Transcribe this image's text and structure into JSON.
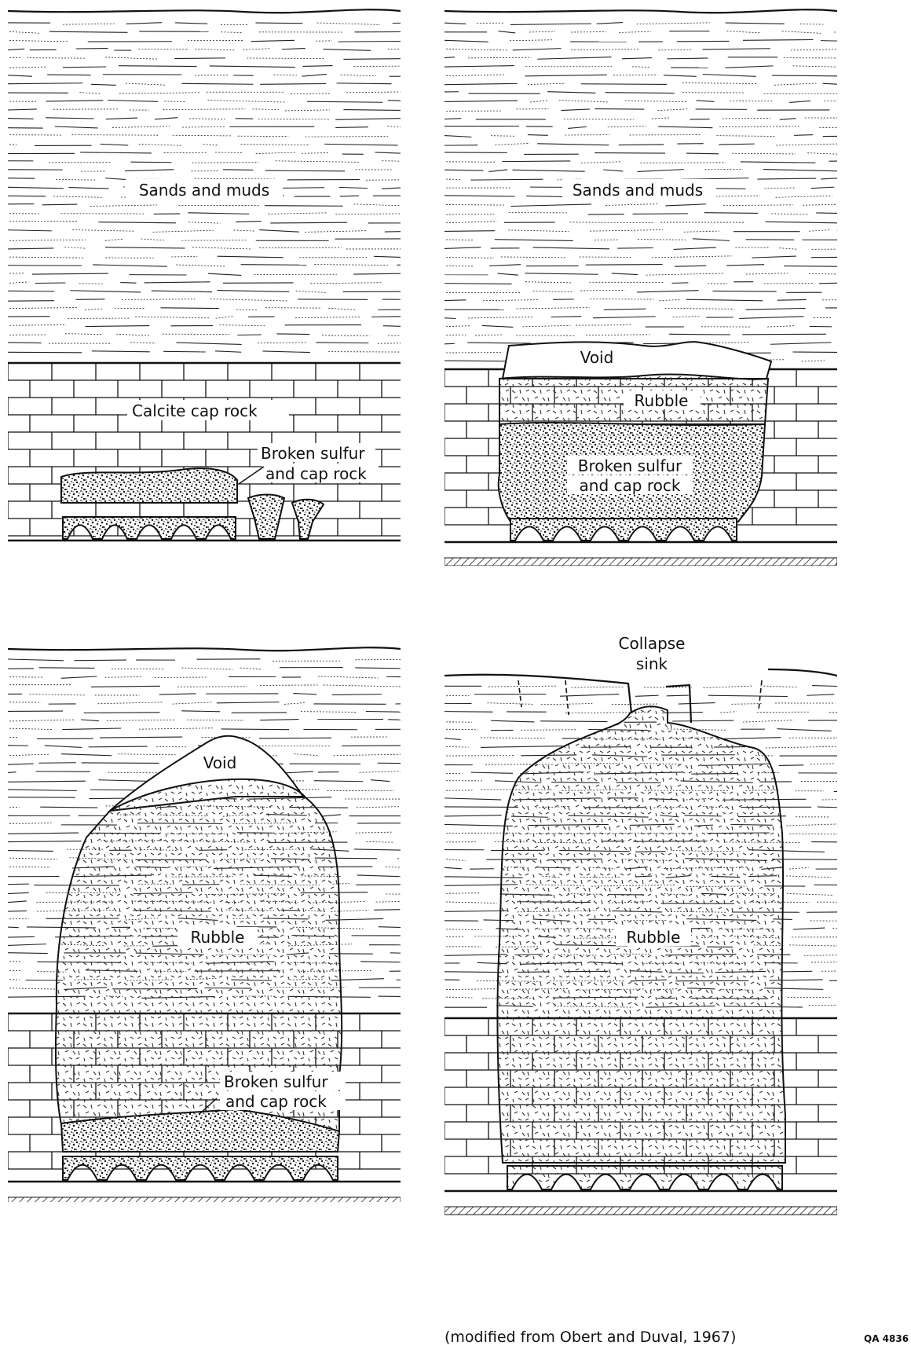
{
  "panels": [
    {
      "labels": {
        "sands": "Sands and muds",
        "caprock": "Calcite cap rock",
        "broken_line1": "Broken sulfur",
        "broken_line2": "and cap rock"
      }
    },
    {
      "labels": {
        "sands": "Sands and muds",
        "void": "Void",
        "rubble": "Rubble",
        "broken_line1": "Broken sulfur",
        "broken_line2": "and cap rock"
      }
    },
    {
      "labels": {
        "void": "Void",
        "rubble": "Rubble",
        "broken_line1": "Broken sulfur",
        "broken_line2": "and cap rock"
      }
    },
    {
      "labels": {
        "collapse_line1": "Collapse",
        "collapse_line2": "sink",
        "rubble": "Rubble"
      }
    }
  ],
  "footer": {
    "citation": "(modified from Obert and Duval, 1967)",
    "figure_code": "QA 4836"
  }
}
